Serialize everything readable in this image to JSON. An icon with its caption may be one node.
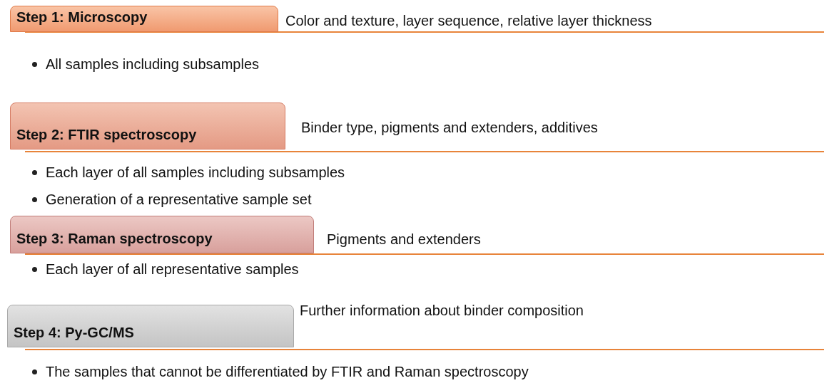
{
  "diagram": {
    "nodes": [
      {
        "text": [
          "Step 1: Microscopy"
        ],
        "beside": [
          "Color and texture, layer sequence, relative layer thickness"
        ]
      },
      {
        "text": [
          "Step 2: FTIR spectroscopy"
        ],
        "beside": [
          "Binder type, pigments and extenders, additives"
        ]
      },
      {
        "text": [
          "Step 3: Raman spectroscopy"
        ],
        "beside": [
          "Pigments and extenders"
        ]
      },
      {
        "text": [
          "Step 4: Py-GC/MS"
        ],
        "beside": [
          "Further information about binder composition"
        ]
      }
    ],
    "labels": [
      "All samples including subsamples",
      "Each layer of all samples including subsamples",
      "Generation of a representative sample set",
      "Each layer of all representative samples",
      "The samples that cannot be differentiated by FTIR and Raman spectroscopy"
    ]
  }
}
